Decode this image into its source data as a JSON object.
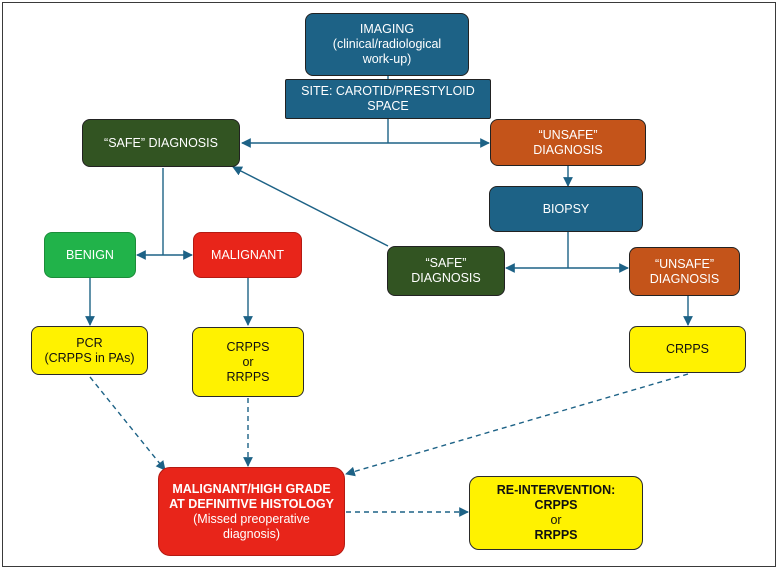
{
  "nodes": {
    "imaging": {
      "l1": "IMAGING",
      "l2": "(clinical/radiological",
      "l3": "work-up)"
    },
    "site": {
      "l1": "SITE: CAROTID/PRESTYLOID",
      "l2": "SPACE"
    },
    "safe_diag_1": {
      "l1": "“SAFE” DIAGNOSIS"
    },
    "unsafe_diag_1": {
      "l1": "“UNSAFE”",
      "l2": "DIAGNOSIS"
    },
    "biopsy": {
      "l1": "BIOPSY"
    },
    "benign": {
      "l1": "BENIGN"
    },
    "malignant": {
      "l1": "MALIGNANT"
    },
    "safe_diag_2": {
      "l1": "“SAFE”",
      "l2": "DIAGNOSIS"
    },
    "unsafe_diag_2": {
      "l1": "“UNSAFE”",
      "l2": "DIAGNOSIS"
    },
    "pcr": {
      "l1": "PCR",
      "l2": "(CRPPS in PAs)"
    },
    "crpps_rrpps": {
      "l1": "CRPPS",
      "l2": "or",
      "l3": "RRPPS"
    },
    "crpps": {
      "l1": "CRPPS"
    },
    "malignant_high": {
      "l1": "MALIGNANT/HIGH GRADE",
      "l2": "AT DEFINITIVE HISTOLOGY",
      "l3": "(Missed preoperative",
      "l4": "diagnosis)"
    },
    "reintervention": {
      "l1": "RE-INTERVENTION:",
      "l2": "CRPPS",
      "l3": "or",
      "l4": "RRPPS"
    }
  },
  "colors": {
    "blue": "#1d6286",
    "dark_green": "#325422",
    "orange": "#c4541a",
    "green": "#21b34a",
    "red": "#e8251a",
    "yellow": "#fff200",
    "arrow": "#1d6286"
  }
}
